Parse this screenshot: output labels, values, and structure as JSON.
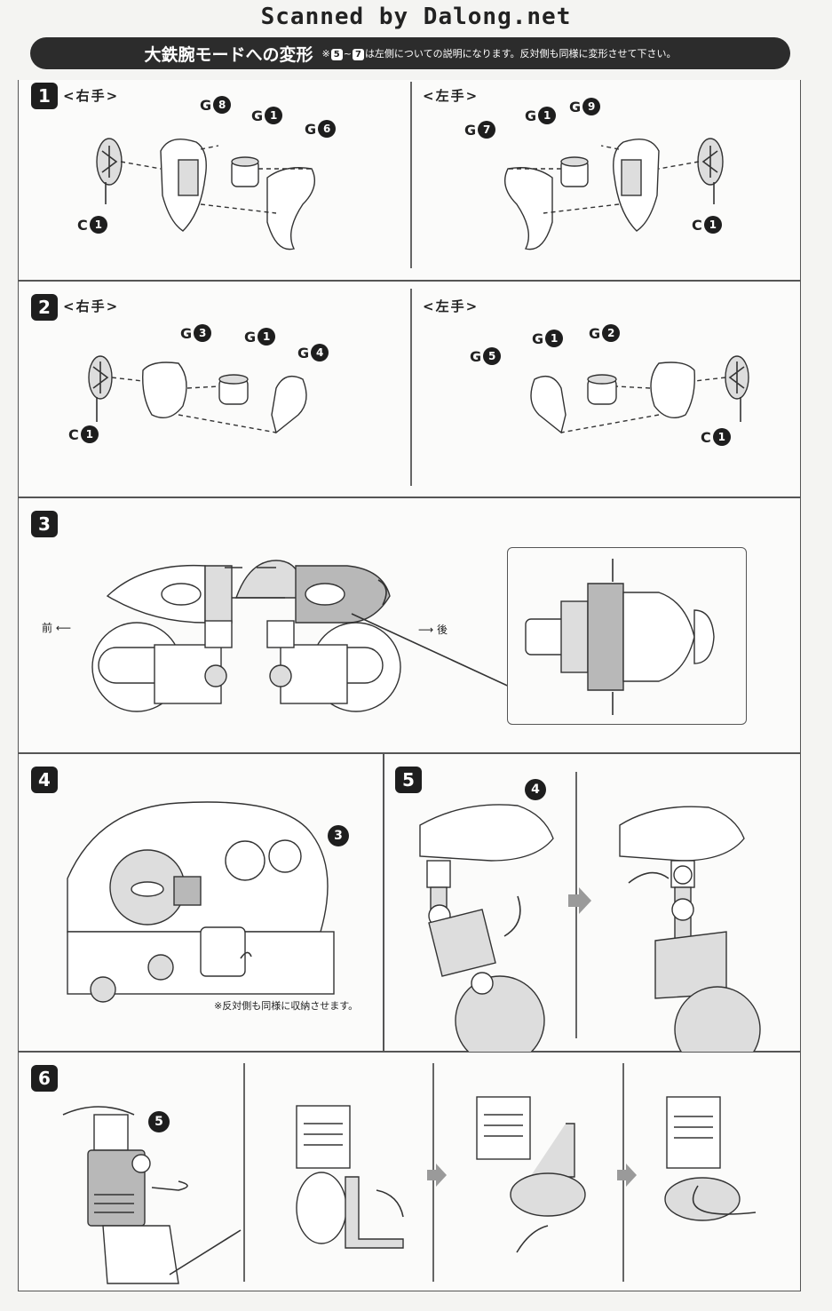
{
  "scan_credit": "Scanned by Dalong.net",
  "header": {
    "title": "大鉄腕モードへの変形",
    "note_prefix": "※",
    "note_from": "5",
    "note_sep": "~",
    "note_to": "7",
    "note_text": "は左側についての説明になります。反対側も同様に変形させて下さい。"
  },
  "steps": {
    "s1": "1",
    "s2": "2",
    "s3": "3",
    "s4": "4",
    "s5": "5",
    "s6": "6"
  },
  "hands": {
    "right": "<右手>",
    "left": "<左手>"
  },
  "parts": {
    "s1_right": [
      {
        "letter": "G",
        "num": "8"
      },
      {
        "letter": "G",
        "num": "1"
      },
      {
        "letter": "G",
        "num": "6"
      },
      {
        "letter": "C",
        "num": "1"
      }
    ],
    "s1_left": [
      {
        "letter": "G",
        "num": "1"
      },
      {
        "letter": "G",
        "num": "9"
      },
      {
        "letter": "G",
        "num": "7"
      },
      {
        "letter": "C",
        "num": "1"
      }
    ],
    "s2_right": [
      {
        "letter": "G",
        "num": "3"
      },
      {
        "letter": "G",
        "num": "1"
      },
      {
        "letter": "G",
        "num": "4"
      },
      {
        "letter": "C",
        "num": "1"
      }
    ],
    "s2_left": [
      {
        "letter": "G",
        "num": "1"
      },
      {
        "letter": "G",
        "num": "2"
      },
      {
        "letter": "G",
        "num": "5"
      },
      {
        "letter": "C",
        "num": "1"
      }
    ]
  },
  "directions": {
    "front": "前",
    "back": "後"
  },
  "refs": {
    "s4_ref": "3",
    "s5_ref": "4",
    "s6_ref": "5"
  },
  "notes": {
    "s4_note": "※反対側も同様に収納させます。"
  }
}
